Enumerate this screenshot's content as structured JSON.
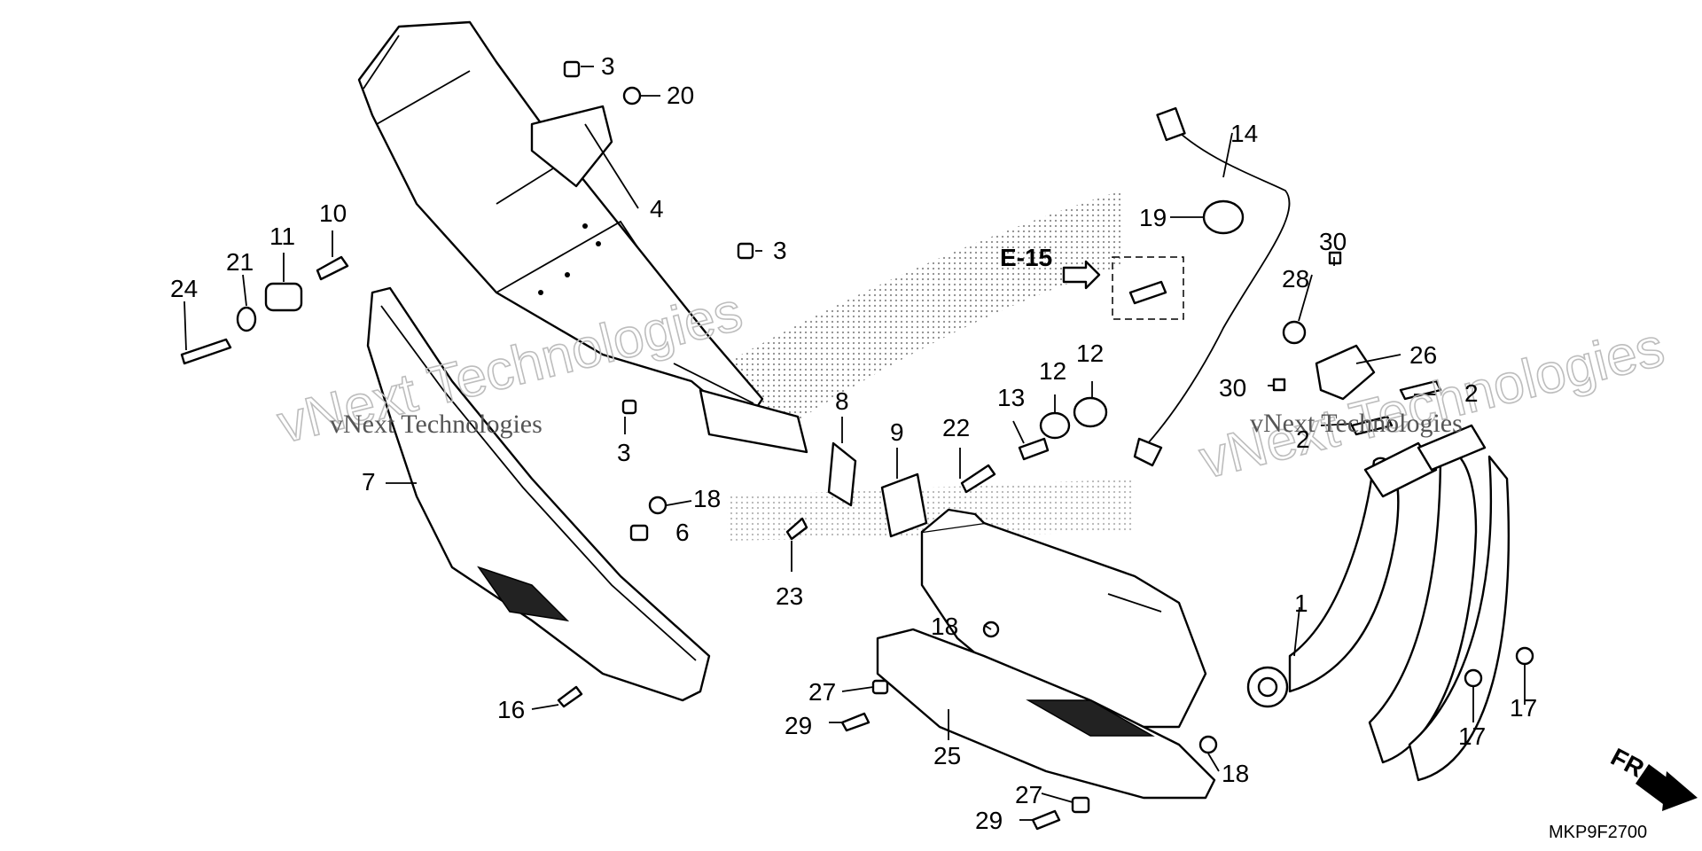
{
  "diagram": {
    "callouts": [
      {
        "id": "c1",
        "text": "1"
      },
      {
        "id": "c2a",
        "text": "2"
      },
      {
        "id": "c2b",
        "text": "2"
      },
      {
        "id": "c3a",
        "text": "3"
      },
      {
        "id": "c3b",
        "text": "3"
      },
      {
        "id": "c3c",
        "text": "3"
      },
      {
        "id": "c4",
        "text": "4"
      },
      {
        "id": "c6",
        "text": "6"
      },
      {
        "id": "c7",
        "text": "7"
      },
      {
        "id": "c8",
        "text": "8"
      },
      {
        "id": "c9",
        "text": "9"
      },
      {
        "id": "c10",
        "text": "10"
      },
      {
        "id": "c11",
        "text": "11"
      },
      {
        "id": "c12a",
        "text": "12"
      },
      {
        "id": "c12b",
        "text": "12"
      },
      {
        "id": "c13",
        "text": "13"
      },
      {
        "id": "c14",
        "text": "14"
      },
      {
        "id": "c16",
        "text": "16"
      },
      {
        "id": "c17a",
        "text": "17"
      },
      {
        "id": "c17b",
        "text": "17"
      },
      {
        "id": "c18a",
        "text": "18"
      },
      {
        "id": "c18b",
        "text": "18"
      },
      {
        "id": "c18c",
        "text": "18"
      },
      {
        "id": "c19",
        "text": "19"
      },
      {
        "id": "c20",
        "text": "20"
      },
      {
        "id": "c21",
        "text": "21"
      },
      {
        "id": "c22",
        "text": "22"
      },
      {
        "id": "c23",
        "text": "23"
      },
      {
        "id": "c24",
        "text": "24"
      },
      {
        "id": "c25",
        "text": "25"
      },
      {
        "id": "c26",
        "text": "26"
      },
      {
        "id": "c27a",
        "text": "27"
      },
      {
        "id": "c27b",
        "text": "27"
      },
      {
        "id": "c28",
        "text": "28"
      },
      {
        "id": "c29a",
        "text": "29"
      },
      {
        "id": "c29b",
        "text": "29"
      },
      {
        "id": "c30a",
        "text": "30"
      },
      {
        "id": "c30b",
        "text": "30"
      }
    ],
    "reference_label": "E-15",
    "direction_label": "FR.",
    "diagram_code": "MKP9F2700",
    "watermark_outline": "vNext Technologies",
    "watermark_text": "vNext Technologies"
  }
}
